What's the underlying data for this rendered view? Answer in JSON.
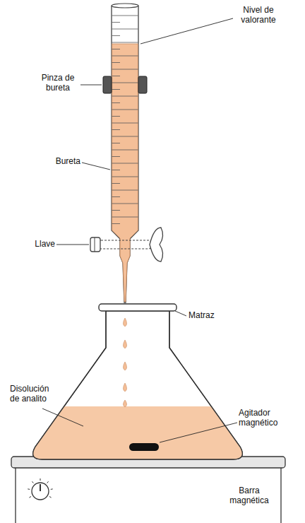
{
  "diagram": {
    "labels": [
      "Nivel de valorante",
      "Pinza de bureta",
      "Bureta",
      "Llave",
      "Matraz",
      "Disolución de analito",
      "Agitador magnético",
      "Barra magnética"
    ]
  }
}
